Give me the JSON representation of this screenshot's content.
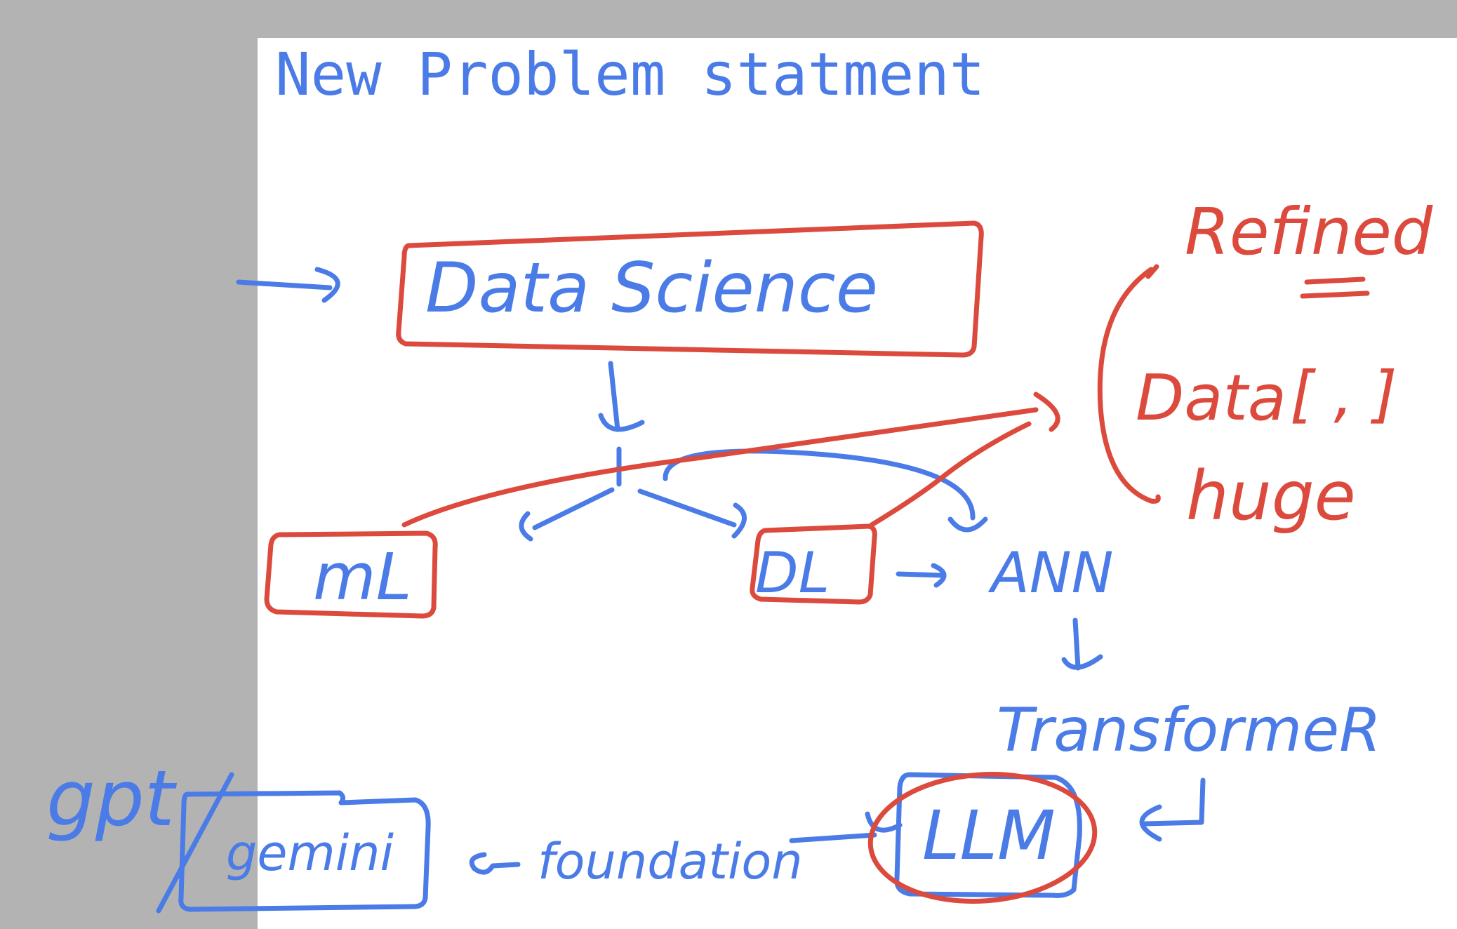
{
  "slide": {
    "title": "New Problem statment"
  },
  "colors": {
    "blue_ink": "#4a7be6",
    "red_ink": "#dc4a3d",
    "margin_gray": "#b3b3b3",
    "page": "#ffffff"
  },
  "diagram": {
    "nodes": {
      "data_science": "Data Science",
      "ml": "mL",
      "dl": "DL",
      "ann": "ANN",
      "transformer": "TransformeR",
      "llm": "LLM",
      "foundation": "foundation",
      "gemini": "gemini",
      "gpt": "gpt"
    },
    "side_note": {
      "refined": "Refined",
      "data": "Data",
      "brackets": "[ , ]",
      "huge": "huge"
    }
  }
}
